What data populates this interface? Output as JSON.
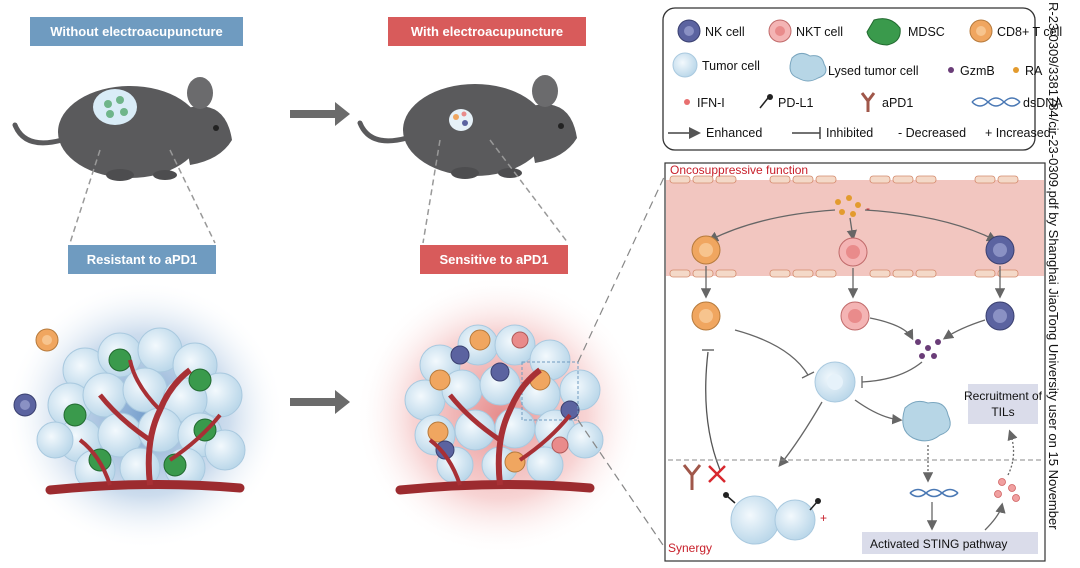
{
  "labels": {
    "without": "Without electroacupuncture",
    "with": "With electroacupuncture",
    "resistant": "Resistant to aPD1",
    "sensitive": "Sensitive to aPD1"
  },
  "legend": {
    "nk": "NK cell",
    "nkt": "NKT cell",
    "mdsc": "MDSC",
    "cd8": "CD8+ T cell",
    "tumor": "Tumor cell",
    "lysed": "Lysed tumor cell",
    "gzmb": "GzmB",
    "ra": "RA",
    "ifn": "IFN-I",
    "pdl1": "PD-L1",
    "apd1": "aPD1",
    "dsdna": "dsDNA",
    "enhanced": "Enhanced",
    "inhibited": "Inhibited",
    "decreased": "- Decreased",
    "increased": "+ Increased"
  },
  "panel": {
    "onco": "Oncosuppressive function",
    "synergy": "Synergy",
    "recruit_line1": "Recruitment of",
    "recruit_line2": "TILs",
    "sting": "Activated STING  pathway",
    "minus": "-",
    "plus": "+"
  },
  "watermark": "R-23-0309/3381784/cir-23-0309.pdf by Shanghai JiaoTong University user on 15 November",
  "colors": {
    "mouse": "#5a5a5c",
    "vessel": "#9c2b2f",
    "blue_label": "#6f9bc0",
    "red_label": "#d85b5b",
    "nk": "#5b63a0",
    "nkt": "#e98b8b",
    "mdsc": "#2f8a3e",
    "cd8": "#f0a660",
    "tumor": "#cfe4f1"
  }
}
